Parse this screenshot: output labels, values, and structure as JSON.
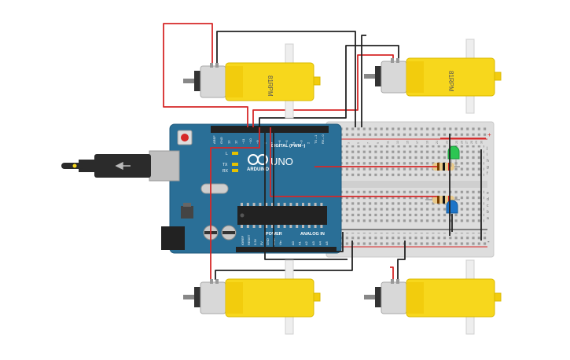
{
  "motors": [
    {
      "id": "motor-top-left",
      "label": "81RPM"
    },
    {
      "id": "motor-top-right",
      "label": "81RPM"
    },
    {
      "id": "motor-bottom-left",
      "label": ""
    },
    {
      "id": "motor-bottom-right",
      "label": ""
    }
  ],
  "arduino": {
    "brand": "ARDUINO",
    "model": "UNO",
    "digital_label": "DIGITAL (PWM~)",
    "power_label": "POWER",
    "analog_label": "ANALOG IN",
    "top_pins": [
      "AREF",
      "GND",
      "13",
      "12",
      "~11",
      "~10",
      "~9",
      "8",
      "7",
      "~6",
      "~5",
      "4",
      "~3",
      "2",
      "TX→1",
      "RX←0"
    ],
    "power_pins": [
      "IOREF",
      "RESET",
      "3.3V",
      "5V",
      "GND",
      "GND",
      "Vin"
    ],
    "analog_pins": [
      "A0",
      "A1",
      "A2",
      "A3",
      "A4",
      "A5"
    ],
    "led_labels": [
      "L",
      "TX",
      "RX"
    ]
  },
  "breadboard": {
    "row_letters_top": [
      "j",
      "i",
      "h",
      "g",
      "f"
    ],
    "row_letters_bottom": [
      "e",
      "d",
      "c",
      "b",
      "a"
    ],
    "column_numbers": [
      "1",
      "2",
      "3",
      "4",
      "5",
      "6",
      "7",
      "8",
      "9",
      "10",
      "11",
      "12",
      "13",
      "14",
      "15",
      "16",
      "17",
      "18",
      "19",
      "20",
      "21",
      "22",
      "23",
      "24",
      "25",
      "26",
      "27",
      "28",
      "29",
      "30"
    ],
    "rail_plus": "+",
    "rail_minus": "-"
  },
  "colors": {
    "motor_yellow": "#f7d71c",
    "arduino_teal": "#2a6f97",
    "wire_red": "#d62828",
    "wire_black": "#222222",
    "led_green": "#2dc653",
    "led_blue": "#1d74c8",
    "breadboard": "#e8e8e8"
  },
  "icons": [
    "usb-plug-icon",
    "power-jack-icon",
    "microcontroller-chip-icon",
    "reset-button-icon"
  ]
}
